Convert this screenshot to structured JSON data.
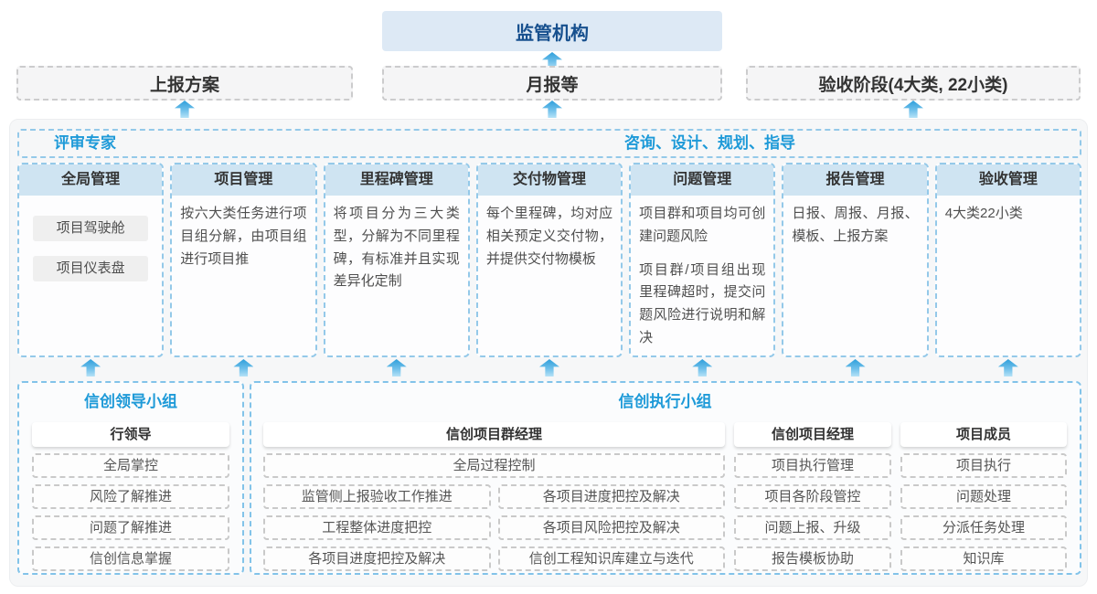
{
  "top": {
    "regulator_label": "监管机构"
  },
  "reports": {
    "plan": "上报方案",
    "monthly": "月报等",
    "acceptance": "验收阶段(4大类, 22小类)"
  },
  "panel": {
    "left_title": "评审专家",
    "right_title": "咨询、设计、规划、指导",
    "columns": [
      {
        "title": "全局管理",
        "boxes": [
          "项目驾驶舱",
          "项目仪表盘"
        ]
      },
      {
        "title": "项目管理",
        "desc": "按六大类任务进行项目组分解，由项目组进行项目推"
      },
      {
        "title": "里程碑管理",
        "desc": "将项目分为三大类型，分解为不同里程碑，有标准并且实现差异化定制"
      },
      {
        "title": "交付物管理",
        "desc": "每个里程碑，均对应相关预定义交付物，并提供交付物模板"
      },
      {
        "title": "问题管理",
        "desc": "项目群和项目均可创建问题风险",
        "desc2": "项目群/项目组出现里程碑超时，提交问题风险进行说明和解决"
      },
      {
        "title": "报告管理",
        "desc": "日报、周报、月报、模板、上报方案"
      },
      {
        "title": "验收管理",
        "desc": "4大类22小类"
      }
    ],
    "lead_group": {
      "title": "信创领导小组",
      "role": "行领导",
      "items": [
        "全局掌控",
        "风险了解推进",
        "问题了解推进",
        "信创信息掌握"
      ]
    },
    "exec_group": {
      "title": "信创执行小组",
      "pm_group": {
        "role": "信创项目群经理",
        "full_item": "全局过程控制",
        "left_items": [
          "监管侧上报验收工作推进",
          "工程整体进度把控",
          "各项目进度把控及解决"
        ],
        "right_items": [
          "各项目进度把控及解决",
          "各项目风险把控及解决",
          "信创工程知识库建立与迭代"
        ]
      },
      "pm": {
        "role": "信创项目经理",
        "items": [
          "项目执行管理",
          "项目各阶段管控",
          "问题上报、升级",
          "报告模板协助"
        ]
      },
      "members": {
        "role": "项目成员",
        "items": [
          "项目执行",
          "问题处理",
          "分派任务处理",
          "知识库"
        ]
      }
    }
  },
  "colors": {
    "accent_blue": "#1e9ad8",
    "navy_title": "#17508e",
    "dashed_blue_border": "#94c9e9",
    "dashed_gray_border": "#c9c9c9",
    "column_header_bg": "#cfe4f2",
    "top_box_bg": "#dde9f5",
    "panel_bg": "#f6f7f8",
    "arrow_gradient_top": "#2f9fdb",
    "arrow_gradient_bottom": "#b5e2f7"
  }
}
